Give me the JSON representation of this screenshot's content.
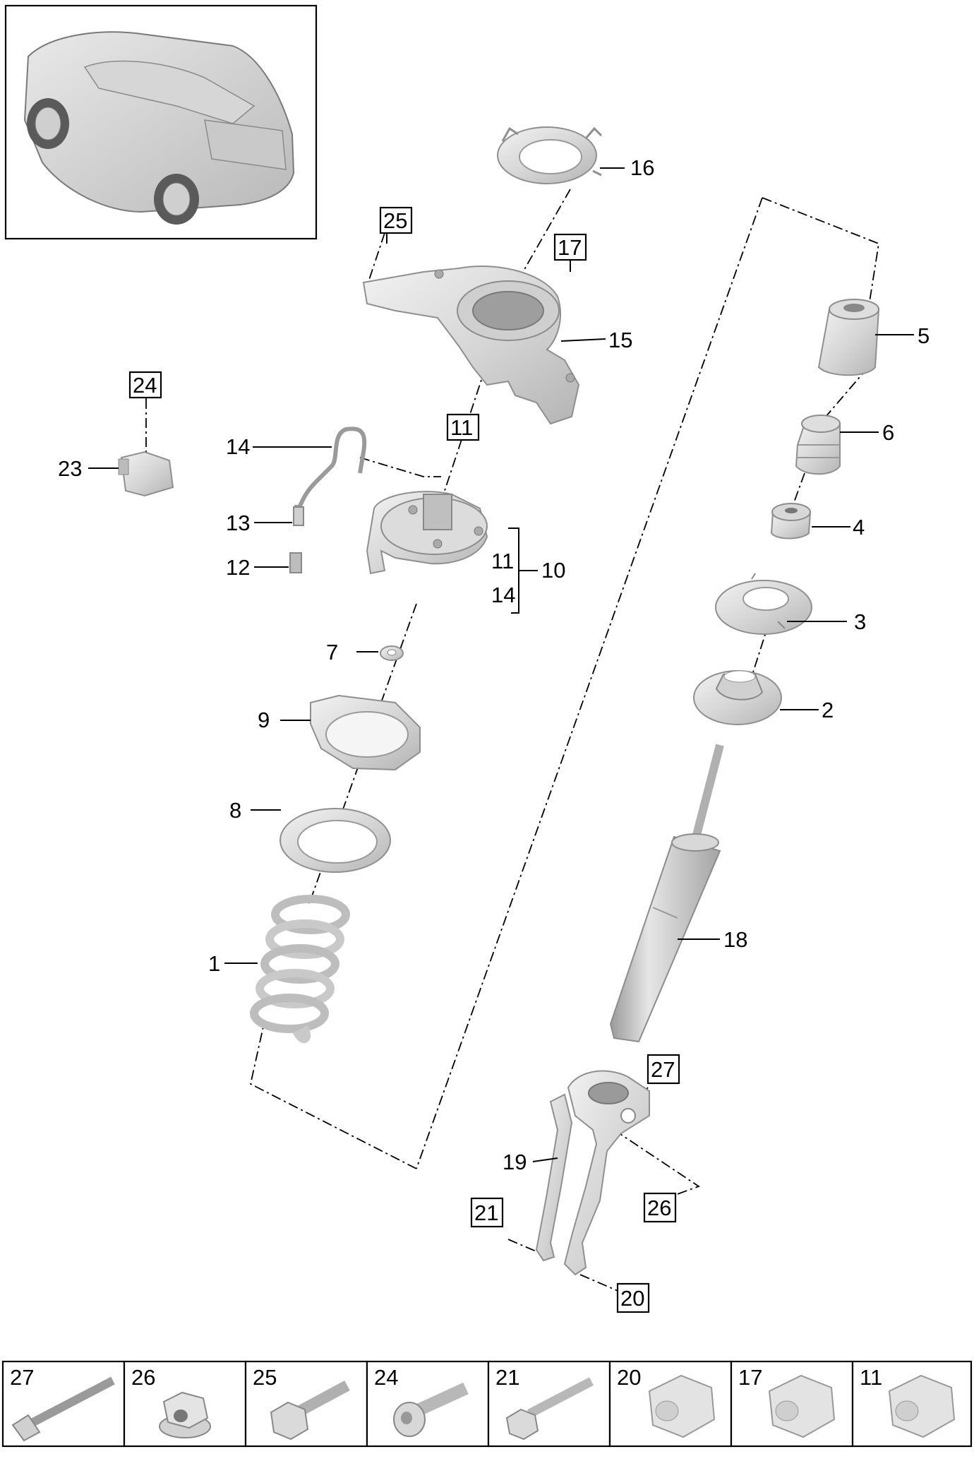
{
  "callouts": {
    "c1": "1",
    "c2": "2",
    "c3": "3",
    "c4": "4",
    "c5": "5",
    "c6": "6",
    "c7": "7",
    "c8": "8",
    "c9": "9",
    "c10": "10",
    "c11a": "11",
    "c14a": "14",
    "c12": "12",
    "c13": "13",
    "c14": "14",
    "c15": "15",
    "c16": "16",
    "c18": "18",
    "c19": "19",
    "c23": "23"
  },
  "boxed_callouts": {
    "b11": "11",
    "b17": "17",
    "b20": "20",
    "b21": "21",
    "b24": "24",
    "b25": "25",
    "b26": "26",
    "b27": "27"
  },
  "fastener_table": [
    {
      "number": "27",
      "icon": "long-bolt-icon"
    },
    {
      "number": "26",
      "icon": "flange-nut-icon"
    },
    {
      "number": "25",
      "icon": "hex-bolt-icon"
    },
    {
      "number": "24",
      "icon": "socket-bolt-icon"
    },
    {
      "number": "21",
      "icon": "hex-bolt-icon"
    },
    {
      "number": "20",
      "icon": "hex-nut-icon"
    },
    {
      "number": "17",
      "icon": "hex-nut-icon"
    },
    {
      "number": "11",
      "icon": "hex-nut-icon"
    }
  ]
}
